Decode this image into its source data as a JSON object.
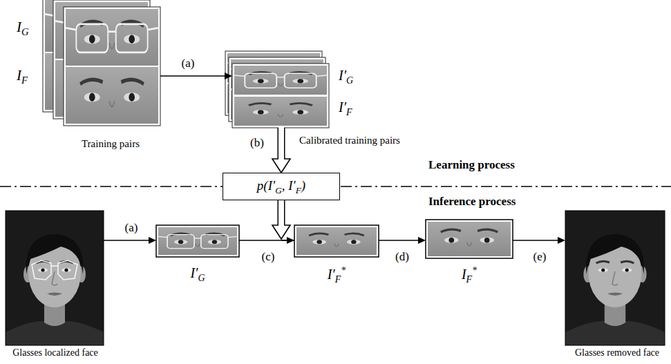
{
  "diagram": {
    "nodes": [
      {
        "text": [
          "Training pairs"
        ]
      },
      {
        "text": [
          "Calibrated training pairs"
        ]
      },
      {
        "text": [
          "p(I′G, I′F)"
        ]
      },
      {
        "text": [
          "Glasses localized face"
        ]
      },
      {
        "text": [
          "I′G"
        ]
      },
      {
        "text": [
          "I′F*"
        ]
      },
      {
        "text": [
          "IF*"
        ]
      },
      {
        "text": [
          "Glasses removed face"
        ]
      }
    ],
    "edges": [
      {
        "from": 0,
        "to": 1,
        "arrow": "to",
        "label": "(a)"
      },
      {
        "from": 1,
        "to": 2,
        "arrow": "to",
        "label": "(b)"
      },
      {
        "from": 2,
        "to": 5,
        "arrow": "to"
      },
      {
        "from": 3,
        "to": 4,
        "arrow": "to",
        "label": "(a)"
      },
      {
        "from": 4,
        "to": 5,
        "arrow": "to",
        "label": "(c)"
      },
      {
        "from": 5,
        "to": 6,
        "arrow": "to",
        "label": "(d)"
      },
      {
        "from": 6,
        "to": 7,
        "arrow": "to",
        "label": "(e)"
      }
    ],
    "labels": [
      "IG",
      "IF",
      "I′G",
      "I′F",
      "Learning process",
      "Inference process"
    ]
  }
}
